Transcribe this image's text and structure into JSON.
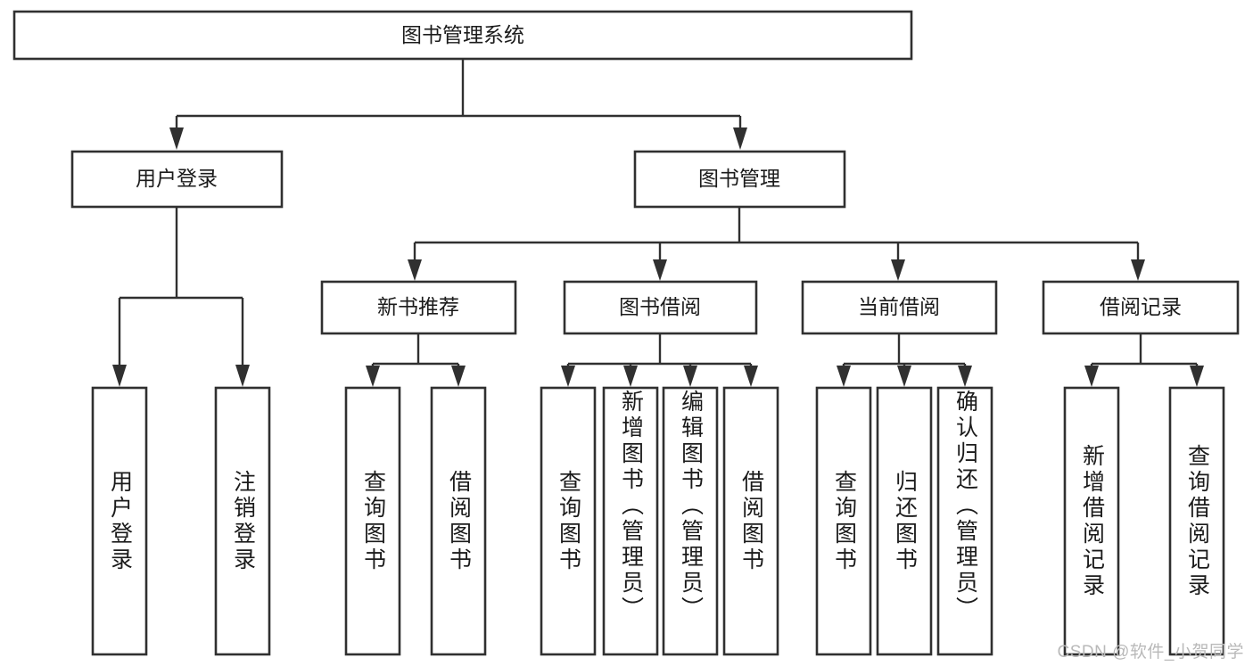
{
  "diagram": {
    "title": "图书管理系统",
    "type": "tree-hierarchy-diagram",
    "theme": {
      "background": "#ffffff",
      "box_fill": "#ffffff",
      "box_stroke": "#303030",
      "text_color": "#1b1b1b",
      "watermark_color": "#b9b9b9"
    },
    "root": {
      "label": "图书管理系统"
    },
    "level2": [
      {
        "label": "用户登录"
      },
      {
        "label": "图书管理"
      }
    ],
    "level3": [
      {
        "label": "新书推荐"
      },
      {
        "label": "图书借阅"
      },
      {
        "label": "当前借阅"
      },
      {
        "label": "借阅记录"
      }
    ],
    "leaves": {
      "user_login": [
        {
          "label": "用户登录"
        },
        {
          "label": "注销登录"
        }
      ],
      "new_book_recommend": [
        {
          "label": "查询图书"
        },
        {
          "label": "借阅图书"
        }
      ],
      "book_borrow": [
        {
          "label": "查询图书"
        },
        {
          "label": "新增图书（管理员）"
        },
        {
          "label": "编辑图书（管理员）"
        },
        {
          "label": "借阅图书"
        }
      ],
      "current_borrow": [
        {
          "label": "查询图书"
        },
        {
          "label": "归还图书"
        },
        {
          "label": "确认归还（管理员）"
        }
      ],
      "borrow_record": [
        {
          "label": "新增借阅记录"
        },
        {
          "label": "查询借阅记录"
        }
      ]
    },
    "watermark": "CSDN @软件_小贺同学"
  }
}
